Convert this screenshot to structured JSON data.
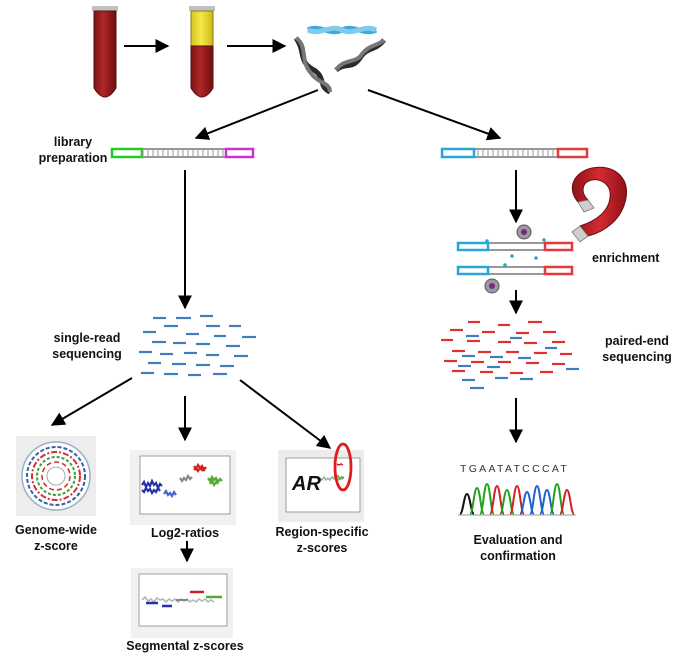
{
  "labels": {
    "library_preparation": [
      "library",
      "preparation"
    ],
    "enrichment": "enrichment",
    "single_read": [
      "single-read",
      "sequencing"
    ],
    "paired_end": [
      "paired-end",
      "sequencing"
    ],
    "genome_wide": [
      "Genome-wide",
      "z-score"
    ],
    "log2": "Log2-ratios",
    "region_specific": [
      "Region-specific",
      "z-scores"
    ],
    "segmental": "Segmental z-scores",
    "evaluation": [
      "Evaluation and",
      "confirmation"
    ]
  },
  "plot_text": {
    "ar": "AR",
    "sequence": "TGAATATCCCAT"
  },
  "colors": {
    "blood": "#a52a2a",
    "plasma": "#f0e442",
    "blue_read": "#3f7fbf",
    "red_read": "#e03030",
    "green_adapter": "#22cc22",
    "magenta_adapter": "#cc33cc",
    "cyan_adapter": "#29a6d8",
    "red_adapter": "#e03a3a",
    "magnet": "#b81d24"
  }
}
